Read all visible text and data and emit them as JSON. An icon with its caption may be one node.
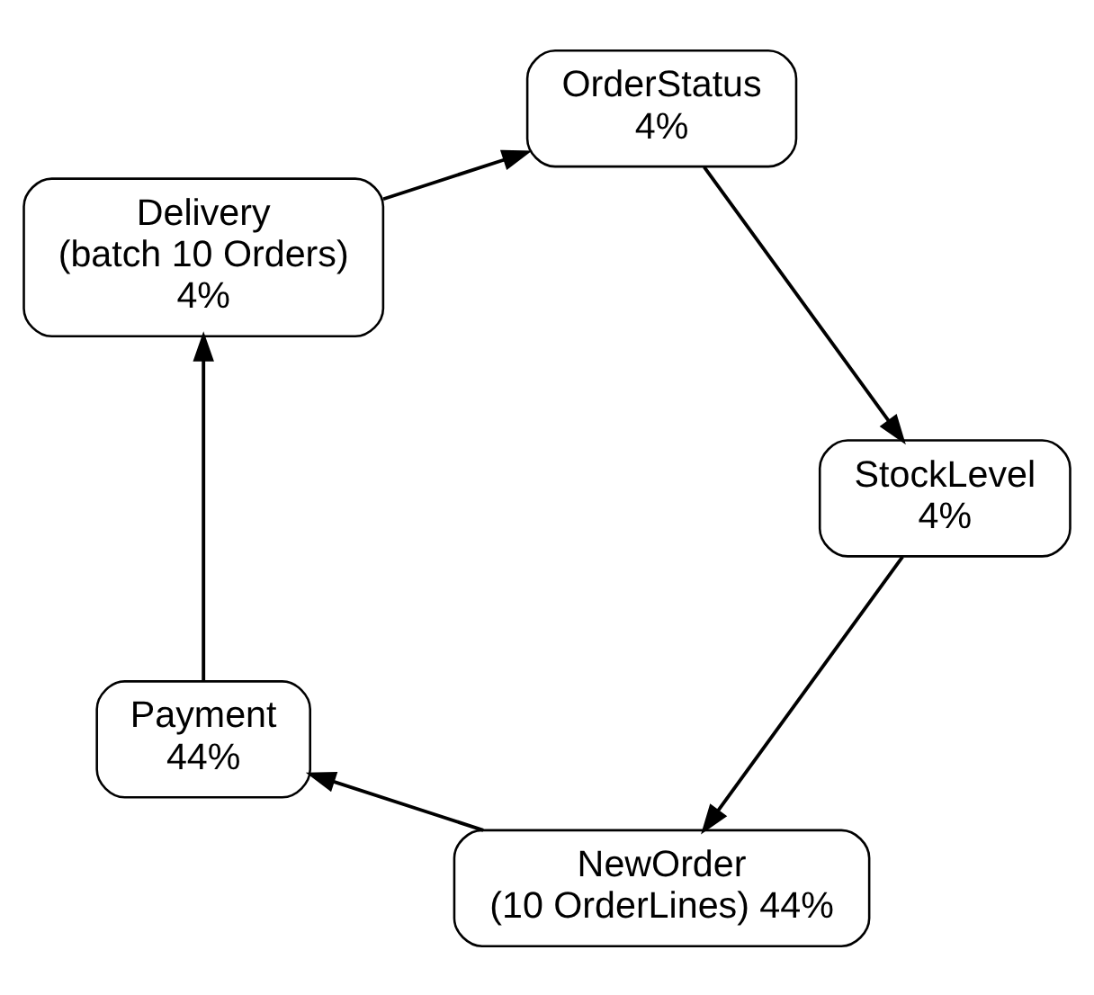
{
  "diagram": {
    "nodes": [
      {
        "text": [
          "NewOrder",
          "(10 OrderLines) 44%"
        ]
      },
      {
        "text": [
          "Payment",
          "44%"
        ]
      },
      {
        "text": [
          "Delivery",
          "(batch 10 Orders)",
          "4%"
        ]
      },
      {
        "text": [
          "OrderStatus",
          "4%"
        ]
      },
      {
        "text": [
          "StockLevel",
          "4%"
        ]
      }
    ],
    "edges": [
      {
        "from": 0,
        "to": 1,
        "arrow": "to"
      },
      {
        "from": 1,
        "to": 2,
        "arrow": "to"
      },
      {
        "from": 2,
        "to": 3,
        "arrow": "to"
      },
      {
        "from": 3,
        "to": 4,
        "arrow": "to"
      },
      {
        "from": 4,
        "to": 0,
        "arrow": "to"
      }
    ]
  }
}
